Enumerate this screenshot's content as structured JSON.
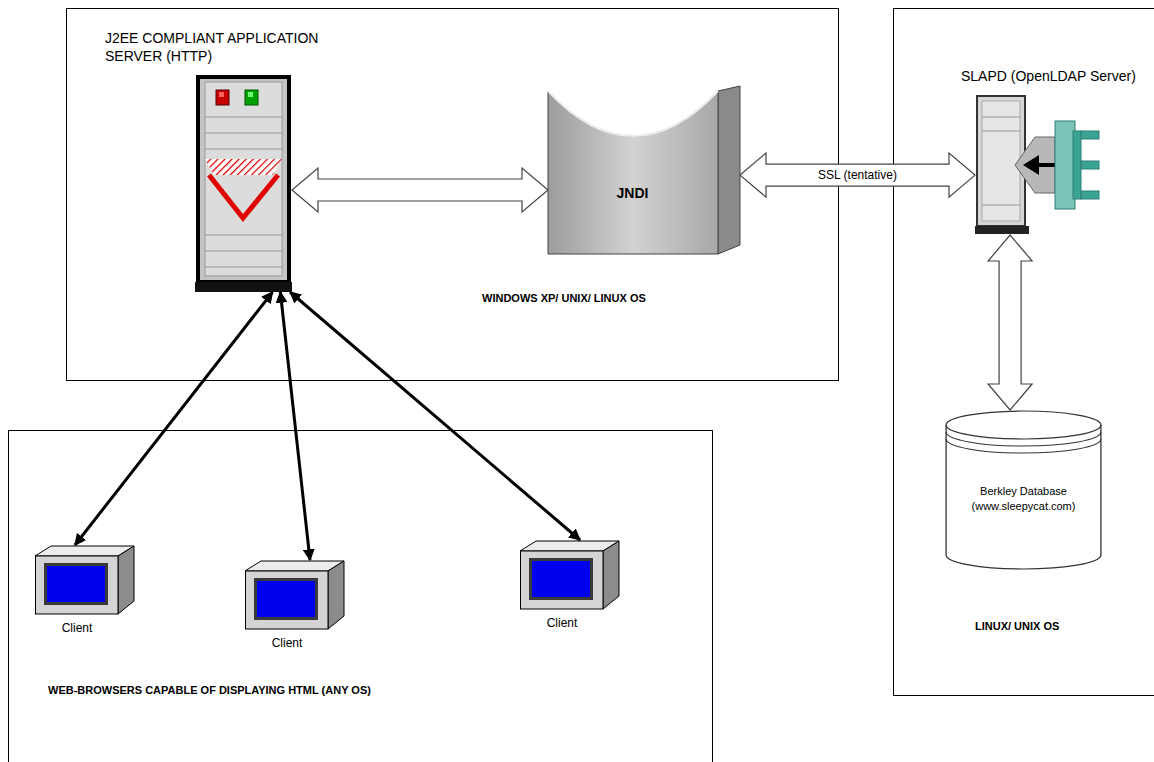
{
  "diagram": {
    "nodes": [
      {
        "text": [
          "WINDOWS XP/ UNIX/ LINUX OS"
        ]
      },
      {
        "text": [
          "J2EE COMPLIANT APPLICATION SERVER (HTTP)"
        ],
        "in": 0
      },
      {
        "text": [
          "JNDI"
        ],
        "in": 0
      },
      {
        "text": [
          "LINUX/ UNIX OS"
        ]
      },
      {
        "text": [
          "SLAPD (OpenLDAP Server)"
        ],
        "in": 3
      },
      {
        "text": [
          "Berkley Database (www.sleepycat.com)"
        ],
        "in": 3
      },
      {
        "text": [
          "WEB-BROWSERS CAPABLE OF DISPLAYING HTML (ANY OS)"
        ]
      },
      {
        "text": [
          "Client"
        ],
        "in": 6
      },
      {
        "text": [
          "Client"
        ],
        "in": 6
      },
      {
        "text": [
          "Client"
        ],
        "in": 6
      }
    ],
    "edges": [
      {
        "from": 1,
        "to": 2,
        "arrow": "both"
      },
      {
        "from": 2,
        "to": 4,
        "label": "SSL (tentative)",
        "arrow": "both"
      },
      {
        "from": 4,
        "to": 5,
        "arrow": "both"
      },
      {
        "from": 1,
        "to": 7,
        "arrow": "both"
      },
      {
        "from": 1,
        "to": 8,
        "arrow": "both"
      },
      {
        "from": 1,
        "to": 9,
        "arrow": "both"
      }
    ]
  }
}
